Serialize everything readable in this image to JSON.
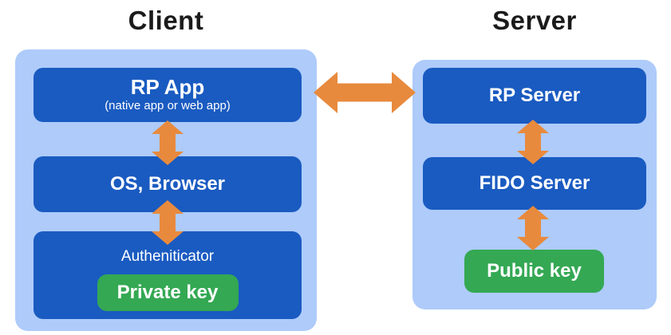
{
  "client": {
    "title": "Client",
    "rp_app": {
      "label": "RP App",
      "sublabel": "(native app or web app)"
    },
    "os_browser": {
      "label": "OS, Browser"
    },
    "authenticator": {
      "label": "Autheniticator"
    },
    "private_key": {
      "label": "Private key"
    }
  },
  "server": {
    "title": "Server",
    "rp_server": {
      "label": "RP Server"
    },
    "fido_server": {
      "label": "FIDO Server"
    },
    "public_key": {
      "label": "Public key"
    }
  },
  "arrows": [
    {
      "between": [
        "rp_app",
        "rp_server"
      ],
      "direction": "bidirectional",
      "orientation": "horizontal"
    },
    {
      "between": [
        "rp_app",
        "os_browser"
      ],
      "direction": "bidirectional",
      "orientation": "vertical"
    },
    {
      "between": [
        "os_browser",
        "authenticator"
      ],
      "direction": "bidirectional",
      "orientation": "vertical"
    },
    {
      "between": [
        "rp_server",
        "fido_server"
      ],
      "direction": "bidirectional",
      "orientation": "vertical"
    },
    {
      "between": [
        "fido_server",
        "public_key"
      ],
      "direction": "bidirectional",
      "orientation": "vertical"
    }
  ],
  "colors": {
    "container_bg": "#AECBFA",
    "node_bg": "#1A5BC1",
    "key_bg": "#34A853",
    "arrow": "#E88A3D",
    "title_text": "#1B1B1B",
    "node_text": "#FFFFFF"
  }
}
